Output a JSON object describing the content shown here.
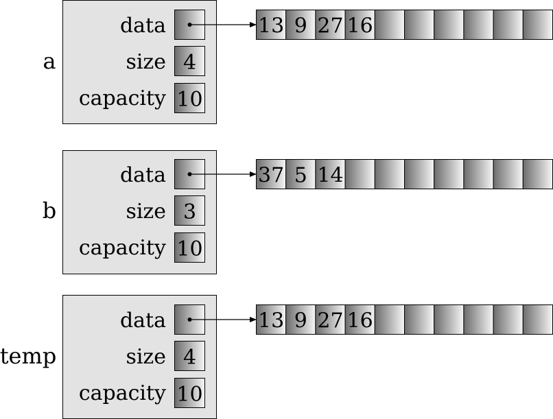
{
  "colors": {
    "box_fill": "#e3e3e3",
    "stroke": "#000000",
    "cell_dark": "#6c6c6c",
    "cell_light": "#f6f6f6"
  },
  "field_labels": {
    "data": "data",
    "size": "size",
    "capacity": "capacity"
  },
  "objects": [
    {
      "name": "a",
      "size": "4",
      "capacity": "10",
      "array": [
        "13",
        "9",
        "27",
        "16",
        "",
        "",
        "",
        "",
        "",
        ""
      ]
    },
    {
      "name": "b",
      "size": "3",
      "capacity": "10",
      "array": [
        "37",
        "5",
        "14",
        "",
        "",
        "",
        "",
        "",
        "",
        ""
      ]
    },
    {
      "name": "temp",
      "size": "4",
      "capacity": "10",
      "array": [
        "13",
        "9",
        "27",
        "16",
        "",
        "",
        "",
        "",
        "",
        ""
      ]
    }
  ]
}
